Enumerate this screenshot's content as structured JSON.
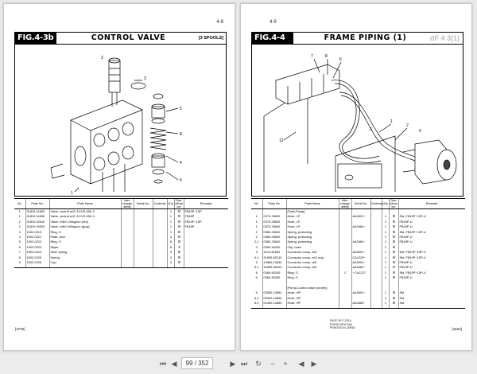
{
  "left_page": {
    "page_number": "4-8",
    "fig_number": "FIG.4-3b",
    "fig_title": "CONTROL VALVE",
    "fig_tag": "[3 SPOOLS]",
    "headers": [
      "No.",
      "Parts No.",
      "Parts Name",
      "Inter-change ability",
      "Serial No.",
      "Contents",
      "Q'ty",
      "Clas-sificat ion",
      "Remarks"
    ],
    "rows": [
      [
        "1",
        "31810-11820",
        "Valve, control w/2~3 KVS-45K-3",
        "",
        "",
        "",
        "1",
        "Ⅳ",
        "FB10P~15P"
      ],
      [
        "1",
        "31810-11830",
        "Valve, control w/2~3 KVS-45K-3",
        "",
        "",
        "",
        "1",
        "Ⅳ",
        "FB18P"
      ],
      [
        "2",
        "31810-02610",
        "Valve, relief 140kg/cm (red)",
        "",
        "",
        "",
        "1",
        "Ⅳ",
        "FB10P~15P"
      ],
      [
        "2",
        "31810-00520",
        "Valve, relief 160kg/cm (gray)",
        "",
        "",
        "",
        "1",
        "Ⅳ",
        "FB18P"
      ],
      [
        "3",
        "1902-0213",
        "Ring, O",
        "",
        "",
        "",
        "1",
        "Ⅲ",
        ""
      ],
      [
        "4",
        "1902-0221",
        "Plate, seal",
        "",
        "",
        "",
        "3",
        "Ⅳ",
        ""
      ],
      [
        "5",
        "1902-0222",
        "Ring, O",
        "",
        "",
        "",
        "6",
        "Ⅲ",
        ""
      ],
      [
        "6",
        "1902-0223",
        "Wiper",
        "",
        "",
        "",
        "6",
        "Ⅱ",
        ""
      ],
      [
        "7",
        "1902-0224",
        "Seat, spring",
        "",
        "",
        "",
        "3",
        "Ⅲ",
        ""
      ],
      [
        "8",
        "1902-0225",
        "Spring",
        "",
        "",
        "",
        "3",
        "Ⅲ",
        ""
      ],
      [
        "9",
        "1902-0226",
        "Cap",
        "",
        "",
        "",
        "3",
        "Ⅳ",
        ""
      ]
    ],
    "foot_code": "[3735]"
  },
  "right_page": {
    "page_number": "4-9",
    "fig_number": "FIG.4-4",
    "fig_title": "FRAME PIPING (1)",
    "watermark": "dF 4 3(1)",
    "headers": [
      "No.",
      "Parts No.",
      "Parts Name",
      "Inter-change ability",
      "Serial No.",
      "Contents",
      "Q'ty",
      "Clas-sificat ion",
      "Remarks"
    ],
    "rows": [
      [
        "",
        "",
        "[Tank-Pump]",
        "",
        "",
        "",
        "",
        "",
        ""
      ],
      [
        "1",
        "0370-25620",
        "Hose, LP",
        "",
        "AA3001~",
        "",
        "1",
        "Ⅲ",
        "Std, FB10P~15P-U"
      ],
      [
        "1",
        "0370-25630",
        "Hose, LP",
        "",
        "",
        "",
        "1",
        "Ⅲ",
        "FB18P-U"
      ],
      [
        "1",
        "0370-25640",
        "Hose, LP",
        "",
        "AA3484~",
        "",
        "1",
        "Ⅲ",
        "FB18P-U"
      ],
      [
        "2",
        "0360-25620",
        "Spring, protecting",
        "",
        "",
        "",
        "1",
        "Ⅲ",
        "Std, FB10P~15P-U"
      ],
      [
        "2",
        "0360-25630",
        "Spring, protecting",
        "",
        "",
        "",
        "1",
        "Ⅲ",
        "FB18P-U"
      ],
      [
        "2-1",
        "0360-25640",
        "Spring, protecting",
        "",
        "AA3484~",
        "",
        "1",
        "Ⅲ",
        "FB18P-U"
      ],
      [
        "3",
        "0390-40030",
        "Clip, hose",
        "",
        "",
        "",
        "2",
        "Ⅲ",
        ""
      ],
      [
        "4",
        "4210-81602",
        "Connector comp. w/5",
        "",
        "AA3001~",
        "",
        "1",
        "Ⅳ",
        "Std, FB10P~15P-U"
      ],
      [
        "4-1",
        "31659-60210",
        "Connector comp. w/O ring",
        "",
        "CA1229~",
        "",
        "1",
        "Ⅳ",
        "Std, FB10P~15P-U"
      ],
      [
        "5",
        "14560-13640",
        "Connector comp. w/5",
        "",
        "AA3001~",
        "",
        "1",
        "Ⅳ",
        "FB18P-U"
      ],
      [
        "5-1",
        "31659-60000",
        "Connector comp. w/5",
        "",
        "AA3484~",
        "",
        "1",
        "Ⅳ",
        "FB18P-U"
      ],
      [
        "6",
        "0360-90240",
        "Ring, O",
        "C",
        "~CA1227",
        "",
        "1",
        "Ⅲ",
        "Std, FB10P~15P-U"
      ],
      [
        "6",
        "0360-90260",
        "Ring, O",
        "",
        "",
        "",
        "1",
        "Ⅲ",
        "FB18P-U"
      ],
      [
        "",
        "",
        "",
        "",
        "",
        "",
        "",
        "",
        ""
      ],
      [
        "",
        "",
        "[Pump-Control valve (under)]",
        "",
        "",
        "",
        "",
        "",
        ""
      ],
      [
        "6",
        "02500-13651",
        "Hose, HP",
        "",
        "AA3001~",
        "",
        "1",
        "Ⅲ",
        "Std"
      ],
      [
        "6-1",
        "02500-13650",
        "Hose, HP",
        "",
        "",
        "",
        "1",
        "Ⅲ",
        "Std"
      ],
      [
        "6-2",
        "02400-13650",
        "Hose, HP",
        "",
        "AA3484~",
        "",
        "1",
        "Ⅲ",
        "Std"
      ]
    ],
    "foot_lines": [
      "PAGE 50 F-231A",
      "PRESP-NPUT(M)",
      "PRINTED IN JAPAN"
    ],
    "foot_code": "[4663]"
  },
  "toolbar": {
    "first": "⏮",
    "prev": "◀",
    "current_page": "99 / 352",
    "next": "▶",
    "last": "⏭",
    "rotate": "↻",
    "zoom_out": "−",
    "zoom_in": "+",
    "page_prev": "◀",
    "page_next": "▶"
  },
  "colors": {
    "ink": "#000000",
    "viewer_bg": "#e9e9e9",
    "page_bg": "#ffffff"
  }
}
